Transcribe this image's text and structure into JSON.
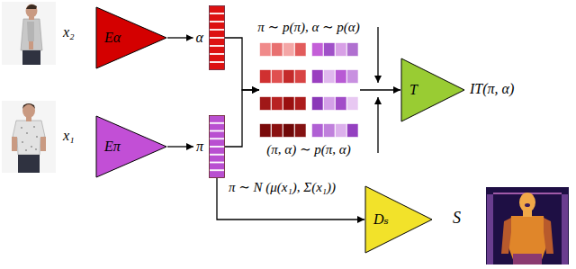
{
  "diagram": {
    "nodes": [
      {
        "text": [
          "x₂"
        ]
      },
      {
        "text": [
          "Eα"
        ]
      },
      {
        "text": [
          "α"
        ]
      },
      {
        "text": [
          "x₁"
        ]
      },
      {
        "text": [
          "Eπ"
        ]
      },
      {
        "text": [
          "π"
        ]
      },
      {
        "text": [
          "π ∼ p(π), α ∼ p(α)",
          "(π, α) ∼ p(π, α)"
        ]
      },
      {
        "text": [
          "T"
        ]
      },
      {
        "text": [
          "Dₛ"
        ]
      }
    ],
    "edges": [
      {
        "from": 1,
        "to": 2,
        "arrow": "to"
      },
      {
        "from": 4,
        "to": 5,
        "arrow": "to"
      },
      {
        "from": 2,
        "to": 6,
        "arrow": "to"
      },
      {
        "from": 5,
        "to": 6,
        "arrow": "to"
      },
      {
        "from": 6,
        "to": 7,
        "arrow": "to"
      },
      {
        "from": 5,
        "to": 8,
        "arrow": "to"
      }
    ],
    "labels": [
      "IT(π, α)",
      "π ∼ N (μ(x₁), Σ(x₁))",
      "S"
    ]
  }
}
